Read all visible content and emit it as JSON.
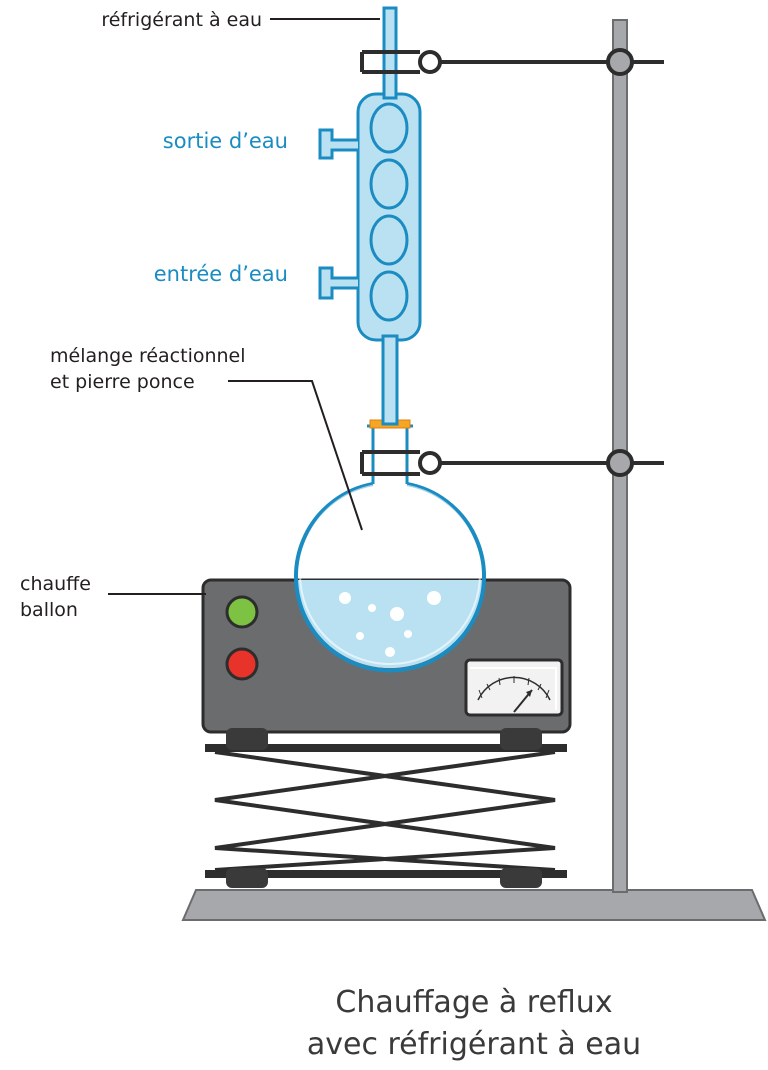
{
  "labels": {
    "condenser": "réfrigérant à eau",
    "water_out": "sortie d’eau",
    "water_in": "entrée d’eau",
    "mixture_line1": "mélange réactionnel",
    "mixture_line2": "et pierre ponce",
    "heater_line1": "chauffe",
    "heater_line2": "ballon"
  },
  "caption": {
    "line1": "Chauffage à reflux",
    "line2": "avec réfrigérant à eau"
  },
  "colors": {
    "glass": "#1b8cc2",
    "water": "#b9e1f2",
    "heater_body": "#6b6c6e",
    "stand": "#a6a8ab",
    "led_green": "#7dc242",
    "led_red": "#e8332b",
    "stopper": "#f5a623"
  }
}
